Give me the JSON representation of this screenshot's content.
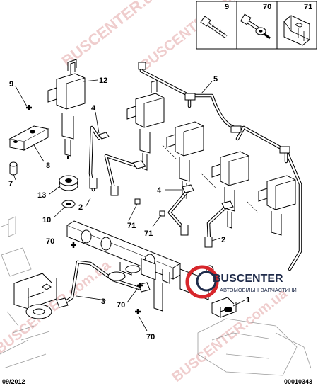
{
  "parts_box": {
    "labels": [
      "9",
      "70",
      "71"
    ]
  },
  "callouts": {
    "c12": "12",
    "c9": "9",
    "c8": "8",
    "c7": "7",
    "c13": "13",
    "c10": "10",
    "c2a": "2",
    "c70a": "70",
    "c4a": "4",
    "c71a": "71",
    "c5": "5",
    "c4b": "4",
    "c71b": "71",
    "c2b": "2",
    "c3": "3",
    "c70b": "70",
    "c70c": "70",
    "c1": "1"
  },
  "footer": {
    "date": "09/2012",
    "ref": "00010343"
  },
  "watermark": {
    "text": "BUSCENTER.com.ua"
  },
  "logo": {
    "brand": "BUSCENTER",
    "tagline": "АВТОМОБІЛЬНІ ЗАПЧАСТИНИ"
  }
}
